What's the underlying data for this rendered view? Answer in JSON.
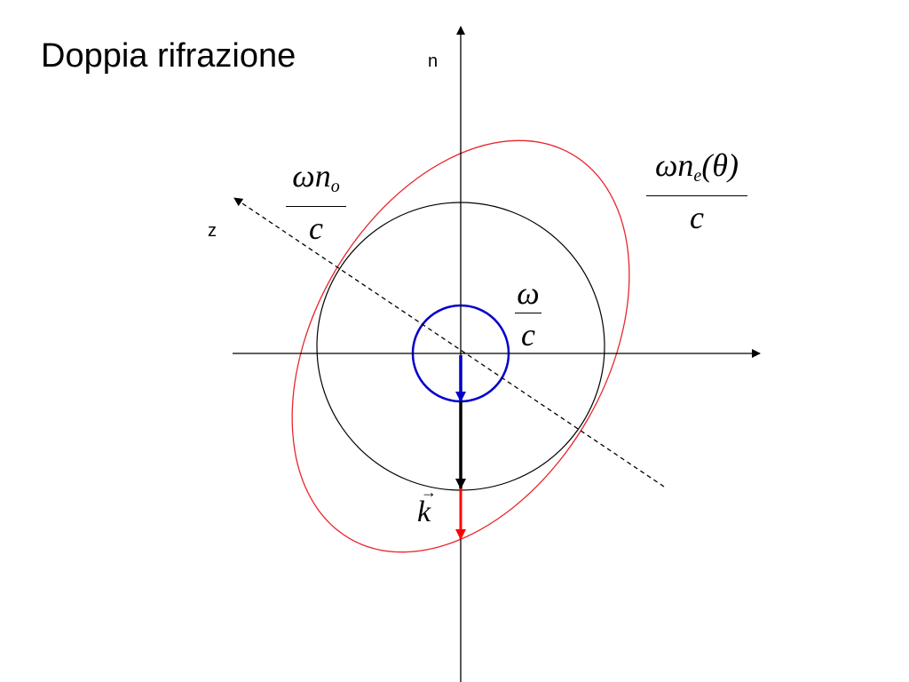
{
  "title": "Doppia rifrazione",
  "axes": {
    "n_label": "n",
    "z_label": "z"
  },
  "labels": {
    "ordinary": {
      "num_main": "ωn",
      "num_sub": "o",
      "num_tail": "",
      "den": "c"
    },
    "extraordinary": {
      "num_main": "ωn",
      "num_sub": "e",
      "num_tail": "(θ)",
      "den": "c"
    },
    "vacuum": {
      "num_main": "ω",
      "num_sub": "",
      "num_tail": "",
      "den": "c"
    },
    "wavevector": "k"
  },
  "colors": {
    "axes": "#000000",
    "ordinary_circle": "#000000",
    "vacuum_circle": "#0000cc",
    "extraordinary_ellipse": "#e8262b",
    "k_arrow_ordinary": "#000000",
    "k_arrow_extraordinary": "#ff0000",
    "k_arrow_vacuum": "#0000cc"
  }
}
